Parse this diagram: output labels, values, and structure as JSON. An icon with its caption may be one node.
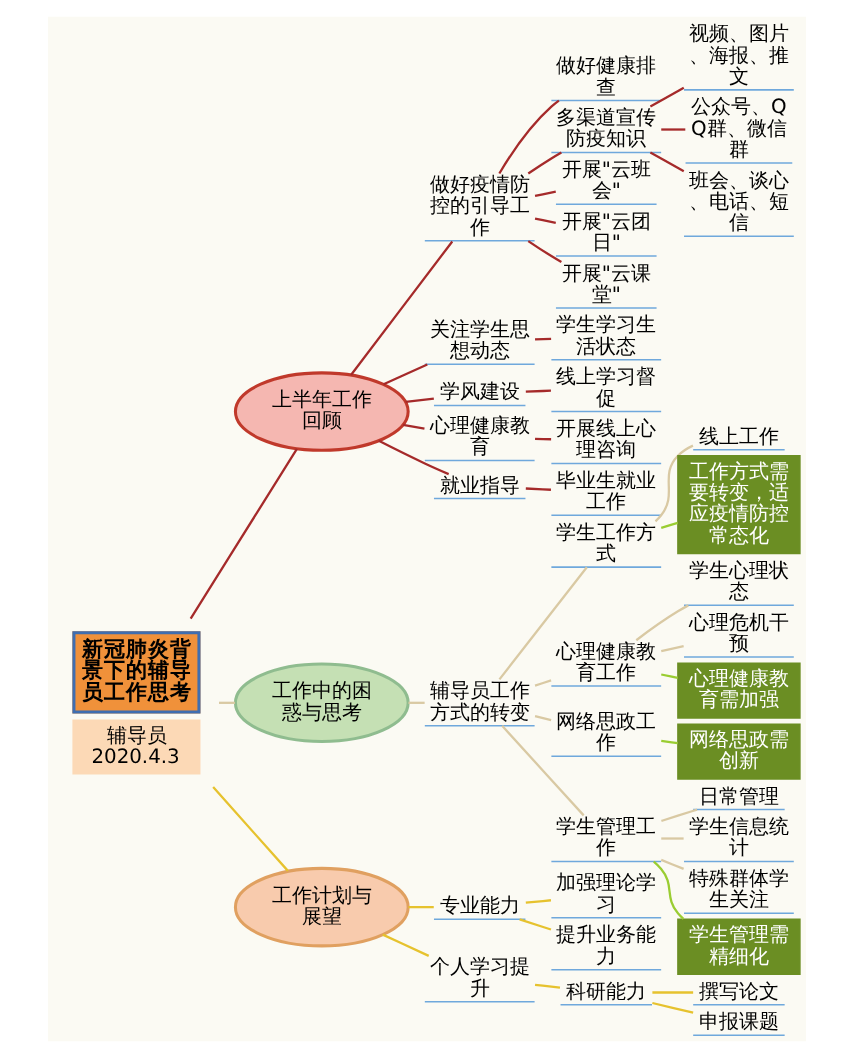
{
  "diagram": {
    "nodes": [
      {
        "text": [
          "新冠肺炎背景下的辅导员工作思考"
        ],
        "beside": [
          "辅导员 2020.4.3"
        ]
      },
      {
        "text": [
          "上半年工作回顾"
        ]
      },
      {
        "text": [
          "做好疫情防控的引导工作"
        ]
      },
      {
        "text": [
          "做好健康排查"
        ]
      },
      {
        "text": [
          "多渠道宣传防疫知识"
        ]
      },
      {
        "text": [
          "视频、图片、海报、推文"
        ]
      },
      {
        "text": [
          "公众号、QQ群、微信群"
        ]
      },
      {
        "text": [
          "班会、谈心、电话、短信"
        ]
      },
      {
        "text": [
          "开展\"云班会\""
        ]
      },
      {
        "text": [
          "开展\"云团日\""
        ]
      },
      {
        "text": [
          "开展\"云课堂\""
        ]
      },
      {
        "text": [
          "关注学生思想动态"
        ]
      },
      {
        "text": [
          "学生学习生活状态"
        ]
      },
      {
        "text": [
          "学风建设"
        ]
      },
      {
        "text": [
          "线上学习督促"
        ]
      },
      {
        "text": [
          "心理健康教育"
        ]
      },
      {
        "text": [
          "开展线上心理咨询"
        ]
      },
      {
        "text": [
          "就业指导"
        ]
      },
      {
        "text": [
          "毕业生就业工作"
        ]
      },
      {
        "text": [
          "工作中的困惑与思考"
        ]
      },
      {
        "text": [
          "辅导员工作方式的转变"
        ]
      },
      {
        "text": [
          "学生工作方式"
        ]
      },
      {
        "text": [
          "线上工作"
        ]
      },
      {
        "text": [
          "心理健康教育工作"
        ]
      },
      {
        "text": [
          "学生心理状态"
        ]
      },
      {
        "text": [
          "心理危机干预"
        ]
      },
      {
        "text": [
          "网络思政工作"
        ]
      },
      {
        "text": [
          "学生管理工作"
        ]
      },
      {
        "text": [
          "日常管理"
        ]
      },
      {
        "text": [
          "学生信息统计"
        ]
      },
      {
        "text": [
          "特殊群体学生关注"
        ]
      },
      {
        "text": [
          "工作方式需要转变，适应疫情防控常态化"
        ]
      },
      {
        "text": [
          "心理健康教育需加强"
        ]
      },
      {
        "text": [
          "网络思政需创新"
        ]
      },
      {
        "text": [
          "学生管理需精细化"
        ]
      },
      {
        "text": [
          "工作计划与展望"
        ]
      },
      {
        "text": [
          "专业能力"
        ]
      },
      {
        "text": [
          "加强理论学习"
        ]
      },
      {
        "text": [
          "提升业务能力"
        ]
      },
      {
        "text": [
          "个人学习提升"
        ]
      },
      {
        "text": [
          "科研能力"
        ]
      },
      {
        "text": [
          "撰写论文"
        ]
      },
      {
        "text": [
          "申报课题"
        ]
      }
    ],
    "edges": [
      {
        "from": 0,
        "to": 1,
        "arrow": "none",
        "color": "#a52a2a"
      },
      {
        "from": 0,
        "to": 19,
        "arrow": "none",
        "color": "#d9c9a3"
      },
      {
        "from": 0,
        "to": 35,
        "arrow": "none",
        "color": "#e6c22e"
      },
      {
        "from": 1,
        "to": 2,
        "arrow": "none",
        "color": "#a52a2a"
      },
      {
        "from": 2,
        "to": 3,
        "arrow": "none",
        "color": "#a52a2a"
      },
      {
        "from": 2,
        "to": 4,
        "arrow": "none",
        "color": "#a52a2a"
      },
      {
        "from": 4,
        "to": 5,
        "arrow": "none",
        "color": "#a52a2a"
      },
      {
        "from": 4,
        "to": 6,
        "arrow": "none",
        "color": "#a52a2a"
      },
      {
        "from": 4,
        "to": 7,
        "arrow": "none",
        "color": "#a52a2a"
      },
      {
        "from": 2,
        "to": 8,
        "arrow": "none",
        "color": "#a52a2a"
      },
      {
        "from": 2,
        "to": 9,
        "arrow": "none",
        "color": "#a52a2a"
      },
      {
        "from": 2,
        "to": 10,
        "arrow": "none",
        "color": "#a52a2a"
      },
      {
        "from": 1,
        "to": 11,
        "arrow": "none",
        "color": "#a52a2a"
      },
      {
        "from": 11,
        "to": 12,
        "arrow": "none",
        "color": "#a52a2a"
      },
      {
        "from": 1,
        "to": 13,
        "arrow": "none",
        "color": "#a52a2a"
      },
      {
        "from": 13,
        "to": 14,
        "arrow": "none",
        "color": "#a52a2a"
      },
      {
        "from": 1,
        "to": 15,
        "arrow": "none",
        "color": "#a52a2a"
      },
      {
        "from": 15,
        "to": 16,
        "arrow": "none",
        "color": "#a52a2a"
      },
      {
        "from": 1,
        "to": 17,
        "arrow": "none",
        "color": "#a52a2a"
      },
      {
        "from": 17,
        "to": 18,
        "arrow": "none",
        "color": "#a52a2a"
      },
      {
        "from": 19,
        "to": 20,
        "arrow": "none",
        "color": "#d9c9a3"
      },
      {
        "from": 20,
        "to": 21,
        "arrow": "none",
        "color": "#d9c9a3"
      },
      {
        "from": 21,
        "to": 22,
        "arrow": "none",
        "color": "#d9c9a3"
      },
      {
        "from": 20,
        "to": 23,
        "arrow": "none",
        "color": "#d9c9a3"
      },
      {
        "from": 23,
        "to": 24,
        "arrow": "none",
        "color": "#d9c9a3"
      },
      {
        "from": 23,
        "to": 25,
        "arrow": "none",
        "color": "#d9c9a3"
      },
      {
        "from": 20,
        "to": 26,
        "arrow": "none",
        "color": "#d9c9a3"
      },
      {
        "from": 20,
        "to": 27,
        "arrow": "none",
        "color": "#d9c9a3"
      },
      {
        "from": 27,
        "to": 28,
        "arrow": "none",
        "color": "#d9c9a3"
      },
      {
        "from": 27,
        "to": 29,
        "arrow": "none",
        "color": "#d9c9a3"
      },
      {
        "from": 27,
        "to": 30,
        "arrow": "none",
        "color": "#d9c9a3"
      },
      {
        "from": 21,
        "to": 31,
        "arrow": "none",
        "color": "#9acd32"
      },
      {
        "from": 23,
        "to": 32,
        "arrow": "none",
        "color": "#9acd32"
      },
      {
        "from": 26,
        "to": 33,
        "arrow": "none",
        "color": "#9acd32"
      },
      {
        "from": 27,
        "to": 34,
        "arrow": "none",
        "color": "#9acd32"
      },
      {
        "from": 35,
        "to": 36,
        "arrow": "none",
        "color": "#e6c22e"
      },
      {
        "from": 36,
        "to": 37,
        "arrow": "none",
        "color": "#e6c22e"
      },
      {
        "from": 36,
        "to": 38,
        "arrow": "none",
        "color": "#e6c22e"
      },
      {
        "from": 35,
        "to": 39,
        "arrow": "none",
        "color": "#e6c22e"
      },
      {
        "from": 39,
        "to": 40,
        "arrow": "none",
        "color": "#e6c22e"
      },
      {
        "from": 40,
        "to": 41,
        "arrow": "none",
        "color": "#e6c22e"
      },
      {
        "from": 40,
        "to": 42,
        "arrow": "none",
        "color": "#e6c22e"
      }
    ]
  }
}
